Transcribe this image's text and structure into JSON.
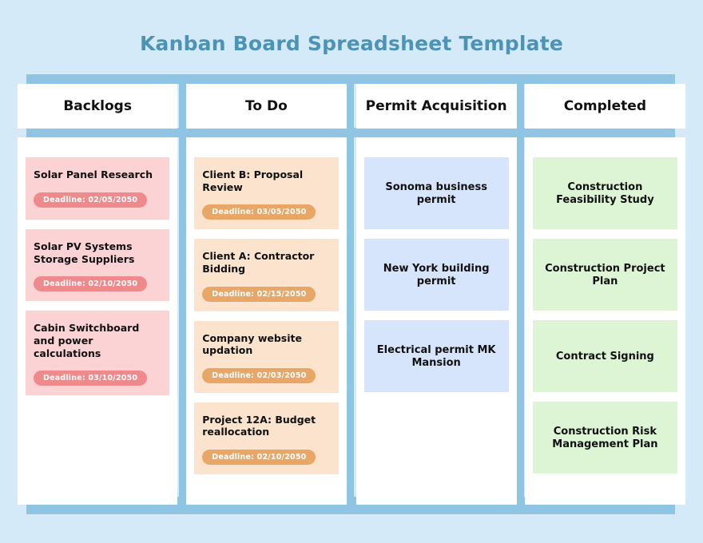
{
  "page": {
    "title": "Kanban Board Spreadsheet Template",
    "background_color": "#d4eaf9",
    "frame_color": "#8fc4e2",
    "title_color": "#4d93b5"
  },
  "columns": [
    {
      "header": "Backlogs",
      "theme": "pink",
      "card_color": "#fbd3d5",
      "pill_color": "#ef8a8c",
      "align": "left",
      "cards": [
        {
          "title": "Solar Panel Research",
          "deadline": "Deadline: 02/05/2050"
        },
        {
          "title": "Solar PV Systems Storage Suppliers",
          "deadline": "Deadline: 02/10/2050"
        },
        {
          "title": "Cabin Switchboard and power calculations",
          "deadline": "Deadline: 03/10/2050"
        }
      ]
    },
    {
      "header": "To Do",
      "theme": "peach",
      "card_color": "#fbe3cd",
      "pill_color": "#e8a667",
      "align": "left",
      "cards": [
        {
          "title": "Client B: Proposal Review",
          "deadline": "Deadline: 03/05/2050"
        },
        {
          "title": "Client A: Contractor Bidding",
          "deadline": "Deadline: 02/15/2050"
        },
        {
          "title": "Company website updation",
          "deadline": "Deadline: 02/03/2050"
        },
        {
          "title": "Project 12A: Budget reallocation",
          "deadline": "Deadline: 02/10/2050"
        }
      ]
    },
    {
      "header": "Permit Acquisition",
      "theme": "blue",
      "card_color": "#d6e5fb",
      "pill_color": "",
      "align": "center",
      "cards": [
        {
          "title": "Sonoma business permit",
          "deadline": ""
        },
        {
          "title": "New York building permit",
          "deadline": ""
        },
        {
          "title": "Electrical permit MK Mansion",
          "deadline": ""
        }
      ]
    },
    {
      "header": "Completed",
      "theme": "green",
      "card_color": "#ddf4d5",
      "pill_color": "",
      "align": "center",
      "cards": [
        {
          "title": "Construction Feasibility Study",
          "deadline": ""
        },
        {
          "title": "Construction Project Plan",
          "deadline": ""
        },
        {
          "title": "Contract Signing",
          "deadline": ""
        },
        {
          "title": "Construction Risk Management Plan",
          "deadline": ""
        }
      ]
    }
  ]
}
